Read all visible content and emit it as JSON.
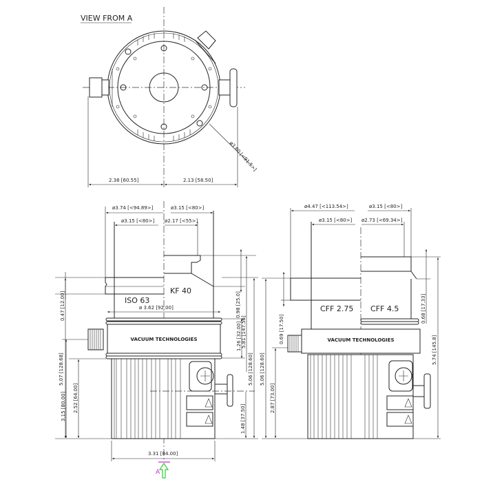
{
  "title": "VIEW FROM A",
  "top_view": {
    "dim_left": "2.38 [60.55]",
    "dim_right": "2.13 [58.50]",
    "dim_diameter": "ø3.60 [<91.5>]"
  },
  "front_view": {
    "dim_d374": "ø3.74 [<94.89>]",
    "dim_d315_top": "ø3.15 [<80>]",
    "dim_d315_inner": "ø3.15 [<80>]",
    "dim_d217": "ø2.17 [<55>]",
    "flange_left": "ISO 63",
    "flange_right": "KF 40",
    "dim_d362": "ø 3.62 [92.00]",
    "brand": "VACUUM TECHNOLOGIES",
    "dim_507": "5.07 [128.68]",
    "dim_047": "0.47 [12.00]",
    "dim_315": "3.15 [80.00]",
    "dim_252": "2.52 [64.00]",
    "dim_098": "0.98 [25.0]",
    "dim_126": "1.26 [32.00]",
    "dim_581": "5.81 [147.56]",
    "dim_506": "5.06 [128.60]",
    "dim_148": "1.48 [37.50]",
    "dim_331": "3.31 [84.00]",
    "view_marker": "A"
  },
  "side_view": {
    "dim_d447": "ø4.47 [<113.54>]",
    "dim_d315_top": "ø3.15 [<80>]",
    "dim_d315_inner": "ø3.15 [<80>]",
    "dim_d273": "ø2.73 [<69.34>]",
    "flange_left": "CFF 2.75",
    "flange_right": "CFF 4.5",
    "brand": "VACUUM TECHNOLOGIES",
    "dim_069": "0.69 [17.50]",
    "dim_506": "5.06 [128.60]",
    "dim_287": "2.87 [73.00]",
    "dim_068": "0.68 [17.33]",
    "dim_574": "5.74 [145.8]"
  },
  "colors": {
    "line": "#222222",
    "arrow": "#33cc33",
    "marker": "#e020e0"
  }
}
